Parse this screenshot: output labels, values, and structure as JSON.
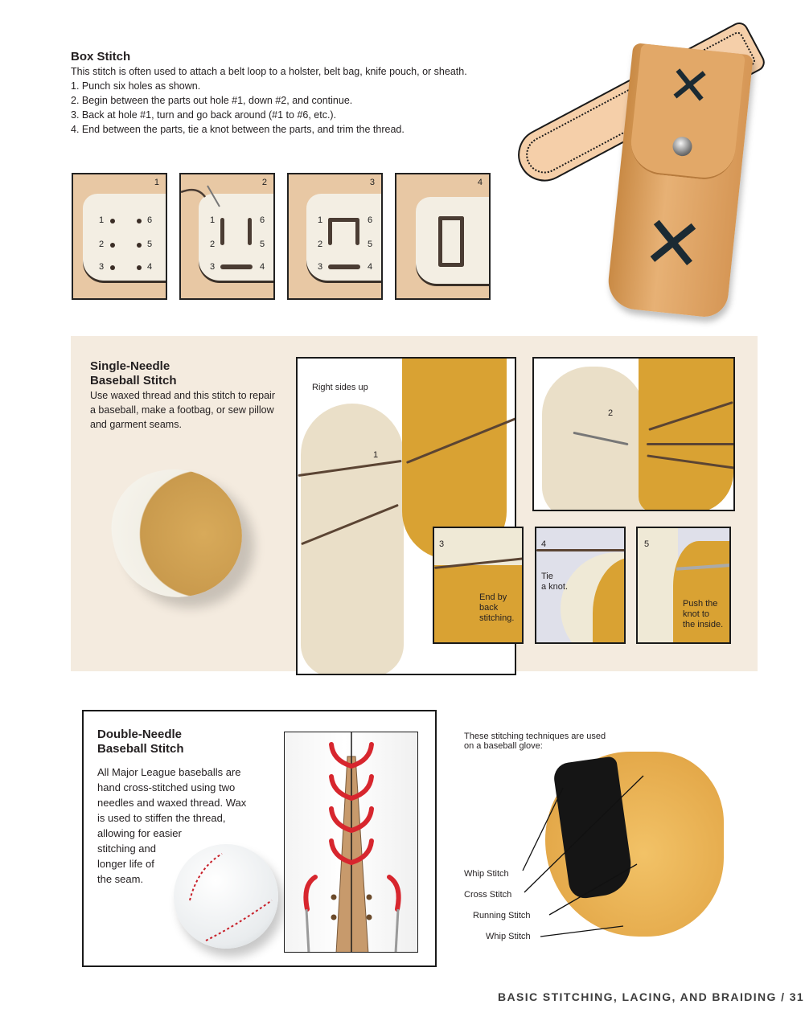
{
  "box_stitch": {
    "title": "Box Stitch",
    "intro": "This stitch is often used to attach a belt loop to a holster, belt bag, knife pouch, or sheath.",
    "steps": [
      "1. Punch six holes as shown.",
      "2. Begin between the parts out hole #1, down #2, and continue.",
      "3. Back at hole #1, turn and go back around (#1 to #6, etc.).",
      "4. End between the parts, tie a knot between the parts, and trim the thread."
    ],
    "photos": [
      {
        "number": "1",
        "hole_labels": [
          "1",
          "2",
          "3",
          "6",
          "5",
          "4"
        ]
      },
      {
        "number": "2",
        "hole_labels": [
          "1",
          "2",
          "3",
          "6",
          "5",
          "4"
        ]
      },
      {
        "number": "3",
        "hole_labels": [
          "1",
          "2",
          "3",
          "6",
          "5",
          "4"
        ]
      },
      {
        "number": "4"
      }
    ]
  },
  "single_needle": {
    "title_line1": "Single-Needle",
    "title_line2": "Baseball Stitch",
    "description": "Use waxed thread and this stitch to repair a baseball, make a footbag, or sew pillow and garment seams.",
    "photos": [
      {
        "number": "1",
        "caption": "Right sides up"
      },
      {
        "number": "2",
        "caption": ""
      },
      {
        "number": "3",
        "caption": "End by back stitching."
      },
      {
        "number": "4",
        "caption": "Tie a knot."
      },
      {
        "number": "5",
        "caption": "Push the knot to the inside."
      }
    ],
    "caption3_lines": [
      "End by",
      "back",
      "stitching."
    ],
    "caption4_lines": [
      "Tie",
      "a knot."
    ],
    "caption5_lines": [
      "Push the",
      "knot to",
      "the inside."
    ]
  },
  "double_needle": {
    "title_line1": "Double-Needle",
    "title_line2": "Baseball Stitch",
    "description_lines": [
      "All Major League baseballs are",
      "hand cross-stitched using two",
      "needles and waxed thread. Wax",
      "is used to stiffen the thread,",
      "allowing for easier",
      "stitching and",
      "longer life of",
      "the seam."
    ]
  },
  "glove": {
    "intro_lines": [
      "These stitching techniques are used",
      "on a baseball glove:"
    ],
    "labels": [
      "Whip Stitch",
      "Cross Stitch",
      "Running Stitch",
      "Whip Stitch"
    ]
  },
  "footer": {
    "running_head": "BASIC STITCHING, LACING, AND BRAIDING / 31"
  },
  "colors": {
    "panel_bg": "#f4ebdf",
    "leather_tan": "#eadfc8",
    "leather_gold": "#d9a233",
    "thread": "#5b4433",
    "baseball_red": "#d7262e"
  }
}
